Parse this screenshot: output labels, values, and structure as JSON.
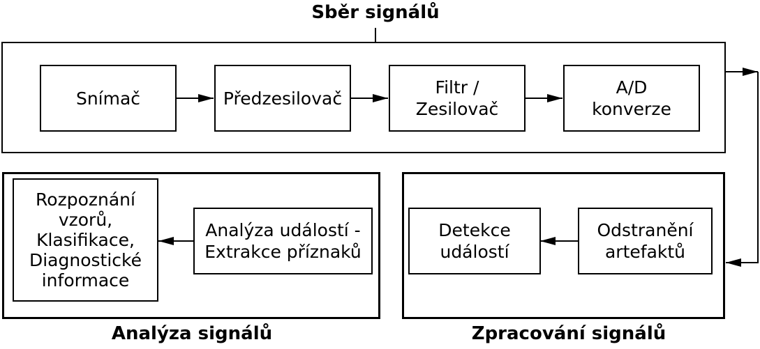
{
  "titles": {
    "acquisition": "Sběr signálů",
    "analysis": "Analýza signálů",
    "processing": "Zpracování signálů"
  },
  "blocks": {
    "sensor": [
      "Snímač"
    ],
    "preamp": [
      "Předzesilovač"
    ],
    "filter": [
      "Filtr /",
      "Zesilovač"
    ],
    "adc": [
      "A/D",
      "konverze"
    ],
    "recognition": [
      "Rozpoznání",
      "vzorů,",
      "Klasifikace,",
      "Diagnostické",
      "informace"
    ],
    "feature_extraction": [
      "Analýza událostí -",
      "Extrakce příznaků"
    ],
    "event_detection": [
      "Detekce",
      "událostí"
    ],
    "artifact_removal": [
      "Odstranění",
      "artefaktů"
    ]
  },
  "colors": {
    "stroke": "#000000",
    "background": "#ffffff"
  }
}
